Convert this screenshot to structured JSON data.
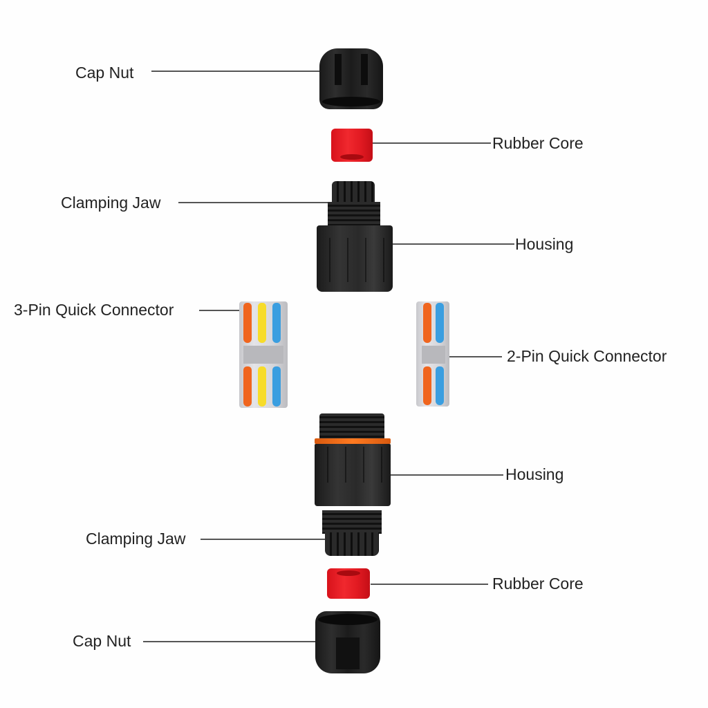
{
  "labels": {
    "cap_nut_top": "Cap Nut",
    "rubber_core_top": "Rubber Core",
    "clamping_jaw_top": "Clamping Jaw",
    "housing_top": "Housing",
    "three_pin": "3-Pin Quick Connector",
    "two_pin": "2-Pin Quick Connector",
    "housing_bottom": "Housing",
    "clamping_jaw_bottom": "Clamping Jaw",
    "rubber_core_bottom": "Rubber Core",
    "cap_nut_bottom": "Cap Nut"
  },
  "colors": {
    "lever_orange": "#f0651e",
    "lever_yellow": "#f7dc2a",
    "lever_blue": "#3a9ee0",
    "rubber_red": "#e81c24",
    "body_black": "#1e1e1e",
    "seal_orange": "#ff7a20"
  }
}
